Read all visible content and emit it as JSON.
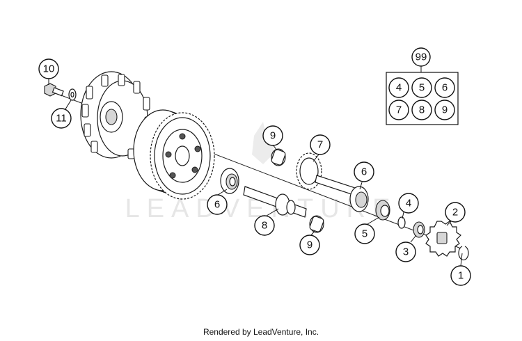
{
  "footer_text": "Rendered by LeadVenture, Inc.",
  "watermark": "LEADVENTURE",
  "kit_label": "99",
  "kit_items": [
    "4",
    "5",
    "6",
    "7",
    "8",
    "9"
  ],
  "callouts": {
    "c10": "10",
    "c11": "11",
    "c9a": "9",
    "c7": "7",
    "c6a": "6",
    "c6b": "6",
    "c8": "8",
    "c9b": "9",
    "c5": "5",
    "c4": "4",
    "c3": "3",
    "c2": "2",
    "c1": "1"
  }
}
